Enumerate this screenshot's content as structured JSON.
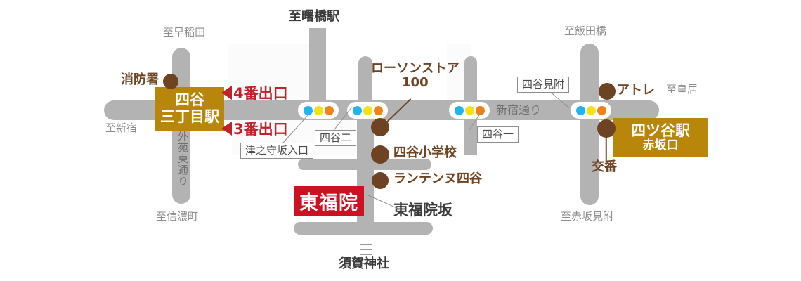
{
  "map": {
    "title": "Yotsuya area access map",
    "colors": {
      "road": "#b3b3b3",
      "station_box": "#b8860b",
      "temple_box": "#cc1122",
      "poi": "#6d4323",
      "exit_red": "#c0222b",
      "signal_blue": "#1fb6ef",
      "signal_yellow": "#f5e216",
      "signal_orange": "#f08218"
    },
    "direction_labels": [
      {
        "text": "至早稲田",
        "style": "gray"
      },
      {
        "text": "至曙橋駅",
        "style": "black"
      },
      {
        "text": "至飯田橋",
        "style": "gray"
      },
      {
        "text": "至新宿",
        "style": "gray"
      },
      {
        "text": "至皇居",
        "style": "gray"
      },
      {
        "text": "至信濃町",
        "style": "gray"
      },
      {
        "text": "至赤坂見附",
        "style": "gray"
      }
    ],
    "road_names": [
      {
        "text": "新宿通り",
        "orientation": "horizontal"
      },
      {
        "text": "外苑東通り",
        "orientation": "vertical"
      },
      {
        "text": "東福院坂",
        "orientation": "horizontal"
      }
    ],
    "station_boxes": [
      {
        "line1": "四谷",
        "line2": "三丁目駅"
      },
      {
        "line1": "四ツ谷駅",
        "line2": "赤坂口"
      }
    ],
    "temple_box": {
      "label": "東福院"
    },
    "exits": [
      {
        "label": "4番出口"
      },
      {
        "label": "3番出口"
      }
    ],
    "intersections": [
      {
        "label": "津之守坂入口"
      },
      {
        "label": "四谷二"
      },
      {
        "label": "四谷一"
      },
      {
        "label": "四谷見附"
      }
    ],
    "pois": [
      {
        "label": "消防署",
        "label_side": "left"
      },
      {
        "label": "ローソンストア\n100",
        "line1": "ローソンストア",
        "line2": "100",
        "label_side": "above"
      },
      {
        "label": "四谷小学校",
        "label_side": "right"
      },
      {
        "label": "ランテンヌ四谷",
        "label_side": "right"
      },
      {
        "label": "アトレ",
        "label_side": "right"
      },
      {
        "label": "交番",
        "label_side": "below"
      }
    ],
    "shrine": {
      "label": "須賀神社",
      "icon": "stairs-icon"
    },
    "signals": [
      {
        "lights": [
          "blue",
          "yellow",
          "orange"
        ],
        "intersection": "津之守坂入口"
      },
      {
        "lights": [
          "blue",
          "yellow",
          "orange"
        ],
        "intersection": "四谷二"
      },
      {
        "lights": [
          "blue",
          "yellow",
          "orange"
        ],
        "intersection": "四谷一"
      },
      {
        "lights": [
          "blue",
          "yellow",
          "orange"
        ],
        "intersection": "四谷見附"
      }
    ]
  }
}
